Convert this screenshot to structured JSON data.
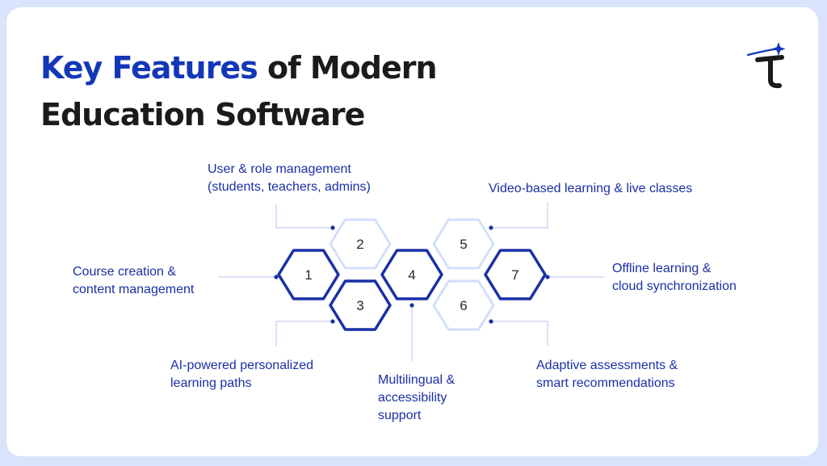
{
  "title": {
    "accent": "Key Features",
    "rest_line1": "of Modern",
    "line2": "Education Software"
  },
  "colors": {
    "accent": "#1437b8",
    "label_text": "#1a2fa6",
    "hex_dark_stroke": "#1a2fa6",
    "hex_light_stroke": "#d3defc",
    "connector": "#c4cef0",
    "background": "#d9e3fb"
  },
  "logo": {
    "icon": "brand-tau-star-logo"
  },
  "features": [
    {
      "number": "1",
      "label": "Course creation &\ncontent management",
      "style": "dark"
    },
    {
      "number": "2",
      "label": "User & role management\n(students, teachers, admins)",
      "style": "light"
    },
    {
      "number": "3",
      "label": "AI-powered personalized\nlearning paths",
      "style": "dark"
    },
    {
      "number": "4",
      "label": "Multilingual &\naccessibility\nsupport",
      "style": "dark"
    },
    {
      "number": "5",
      "label": "Video-based learning & live classes",
      "style": "light"
    },
    {
      "number": "6",
      "label": "Adaptive assessments &\nsmart recommendations",
      "style": "light"
    },
    {
      "number": "7",
      "label": "Offline learning &\ncloud synchronization",
      "style": "dark"
    }
  ]
}
